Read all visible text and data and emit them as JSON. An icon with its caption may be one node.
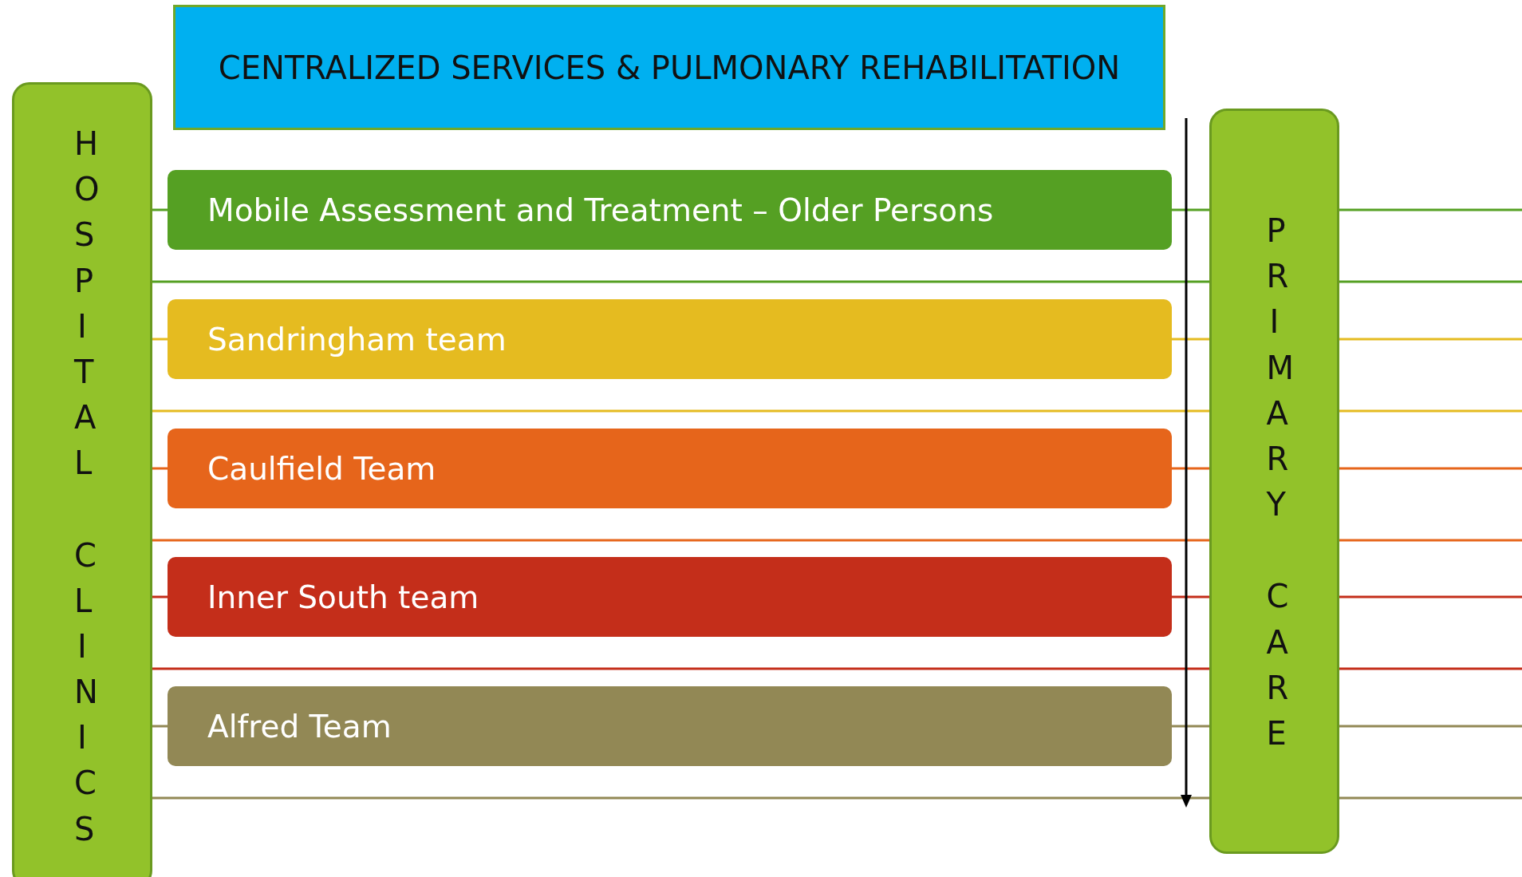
{
  "diagram": {
    "nodes": [
      {
        "text": [
          "CENTRALIZED SERVICES & PULMONARY REHABILITATION"
        ]
      },
      {
        "text": [
          "HOSPITAL CLINICS"
        ]
      },
      {
        "text": [
          "Mobile Assessment and Treatment – Older Persons"
        ]
      },
      {
        "text": [
          "Sandringham team"
        ]
      },
      {
        "text": [
          "Caulfield Team"
        ]
      },
      {
        "text": [
          "Inner South team"
        ]
      },
      {
        "text": [
          "Alfred Team"
        ]
      },
      {
        "text": [
          "PRIMARY CARE"
        ]
      }
    ],
    "edges": [
      {
        "from": 1,
        "to": 2,
        "arrow": "none",
        "color": "#55a023"
      },
      {
        "from": 2,
        "to": 7,
        "arrow": "none",
        "color": "#55a023"
      },
      {
        "from": 1,
        "to": 7,
        "arrow": "none",
        "color": "#55a023"
      },
      {
        "from": 1,
        "to": 3,
        "arrow": "none",
        "color": "#e5bb20"
      },
      {
        "from": 3,
        "to": 7,
        "arrow": "none",
        "color": "#e5bb20"
      },
      {
        "from": 1,
        "to": 7,
        "arrow": "none",
        "color": "#e5bb20"
      },
      {
        "from": 1,
        "to": 4,
        "arrow": "none",
        "color": "#e6651b"
      },
      {
        "from": 4,
        "to": 7,
        "arrow": "none",
        "color": "#e6651b"
      },
      {
        "from": 1,
        "to": 7,
        "arrow": "none",
        "color": "#e6651b"
      },
      {
        "from": 1,
        "to": 5,
        "arrow": "none",
        "color": "#c42e1a"
      },
      {
        "from": 5,
        "to": 7,
        "arrow": "none",
        "color": "#c42e1a"
      },
      {
        "from": 1,
        "to": 7,
        "arrow": "none",
        "color": "#c42e1a"
      },
      {
        "from": 1,
        "to": 6,
        "arrow": "none",
        "color": "#928855"
      },
      {
        "from": 6,
        "to": 7,
        "arrow": "none",
        "color": "#928855"
      },
      {
        "from": 1,
        "to": 7,
        "arrow": "none",
        "color": "#928855"
      },
      {
        "from": 7,
        "to": null,
        "arrow": "none",
        "color": "#55a023"
      },
      {
        "from": 7,
        "to": null,
        "arrow": "none",
        "color": "#55a023"
      },
      {
        "from": 7,
        "to": null,
        "arrow": "none",
        "color": "#e5bb20"
      },
      {
        "from": 7,
        "to": null,
        "arrow": "none",
        "color": "#e5bb20"
      },
      {
        "from": 7,
        "to": null,
        "arrow": "none",
        "color": "#e6651b"
      },
      {
        "from": 7,
        "to": null,
        "arrow": "none",
        "color": "#e6651b"
      },
      {
        "from": 7,
        "to": null,
        "arrow": "none",
        "color": "#c42e1a"
      },
      {
        "from": 7,
        "to": null,
        "arrow": "none",
        "color": "#c42e1a"
      },
      {
        "from": 7,
        "to": null,
        "arrow": "none",
        "color": "#928855"
      },
      {
        "from": 7,
        "to": null,
        "arrow": "none",
        "color": "#928855"
      }
    ]
  }
}
